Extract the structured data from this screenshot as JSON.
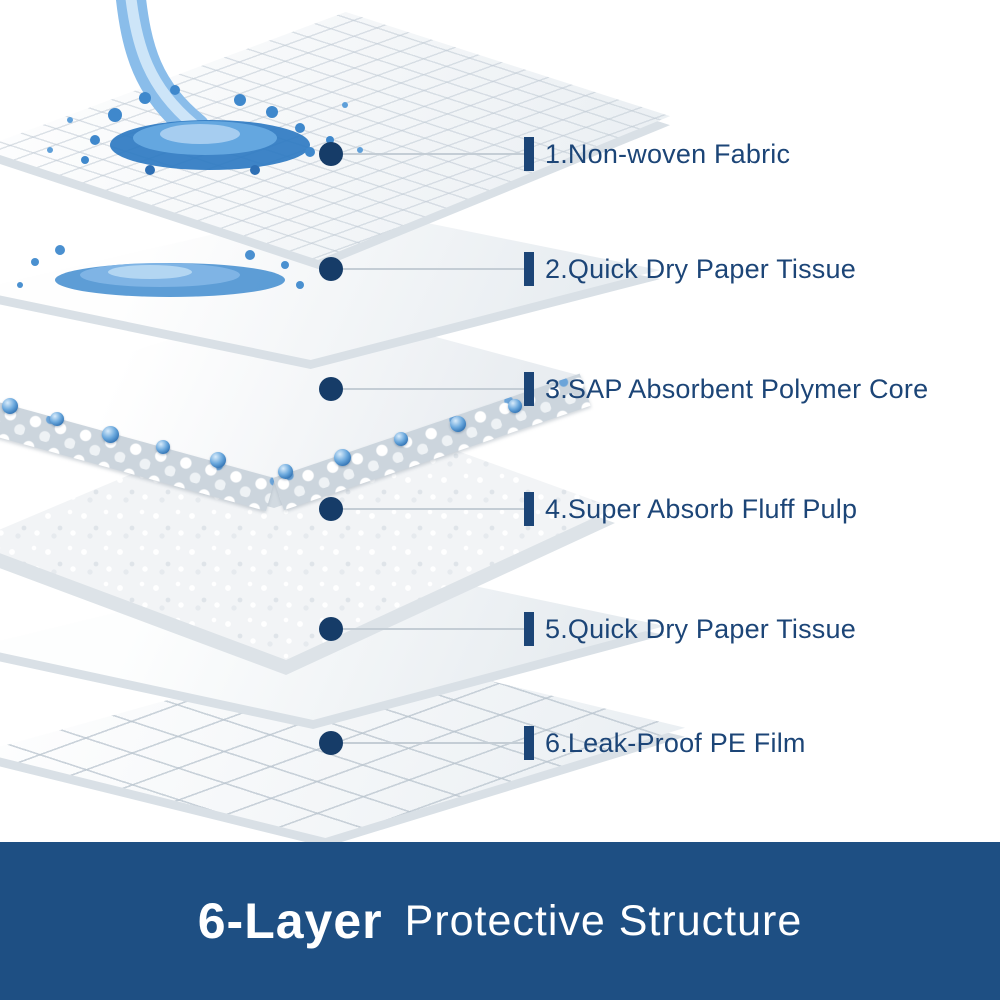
{
  "diagram": {
    "layers": [
      {
        "id": 1,
        "label": "1.Non-woven Fabric"
      },
      {
        "id": 2,
        "label": "2.Quick Dry Paper Tissue"
      },
      {
        "id": 3,
        "label": "3.SAP Absorbent Polymer Core"
      },
      {
        "id": 4,
        "label": "4.Super Absorb Fluff Pulp"
      },
      {
        "id": 5,
        "label": "5.Quick Dry Paper Tissue"
      },
      {
        "id": 6,
        "label": "6.Leak-Proof PE Film"
      }
    ]
  },
  "banner": {
    "title_bold": "6-Layer",
    "title_rest": "Protective Structure"
  },
  "colors": {
    "label_text_navy": "#1c4577",
    "marker_dot_navy": "#163c68",
    "banner_background": "#1e4f83",
    "water_blue": "#3b86cb"
  }
}
